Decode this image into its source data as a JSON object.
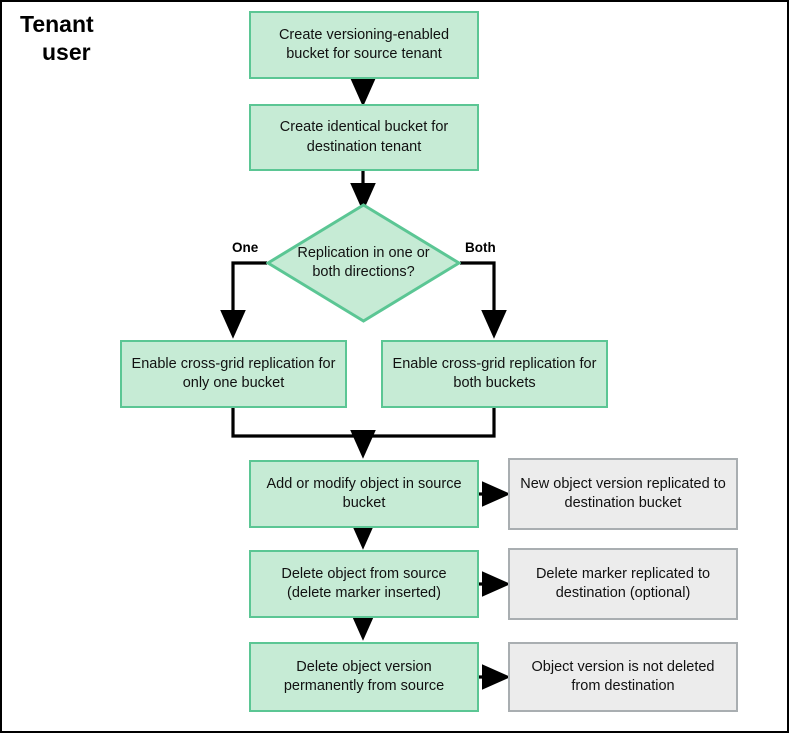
{
  "diagram": {
    "title_line1": "Tenant",
    "title_line2": "user",
    "nodes": {
      "create_source_bucket": "Create versioning-enabled bucket for source tenant",
      "create_dest_bucket": "Create identical bucket for destination tenant",
      "decision": "Replication in one or both directions?",
      "enable_one": "Enable cross-grid replication for only one bucket",
      "enable_both": "Enable cross-grid replication for both buckets",
      "add_modify": "Add or modify object in source bucket",
      "delete_object": "Delete object from source (delete marker inserted)",
      "delete_version": "Delete object version permanently from source",
      "result_new_version": "New object version replicated to destination bucket",
      "result_delete_marker": "Delete marker replicated to destination (optional)",
      "result_not_deleted": "Object version is not deleted from destination"
    },
    "branch_labels": {
      "one": "One",
      "both": "Both"
    },
    "colors": {
      "green_fill": "#c6ebd5",
      "green_border": "#5bc694",
      "gray_fill": "#ececec",
      "gray_border": "#a9aeb1",
      "connector": "#000000",
      "frame": "#000000",
      "text": "#111111"
    }
  }
}
